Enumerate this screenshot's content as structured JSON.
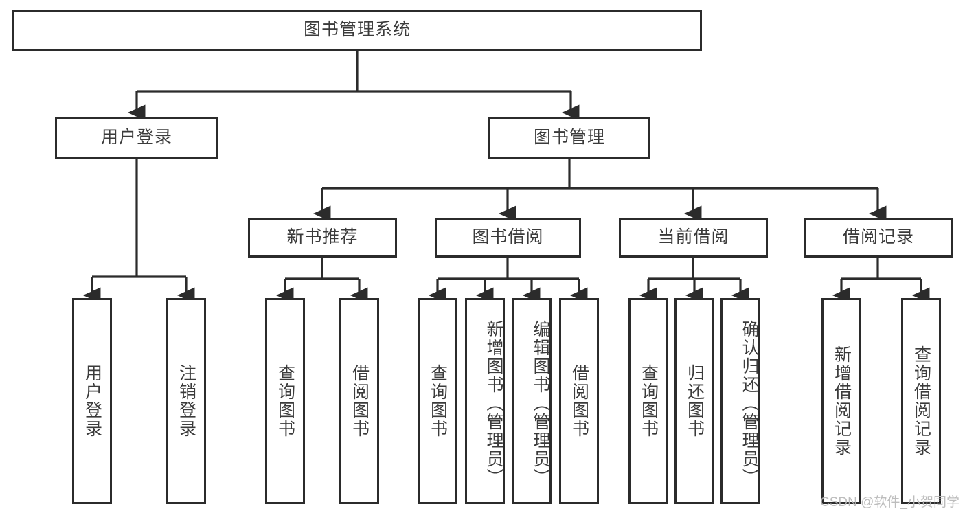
{
  "diagram": {
    "type": "tree",
    "title": "图书管理系统",
    "orientation": "top-down",
    "colors": {
      "box_border": "#2b2b2b",
      "box_fill": "#ffffff",
      "text": "#3b3b3b",
      "edge": "#2b2b2b",
      "watermark": "#b8b8b8",
      "background": "#ffffff"
    },
    "root": {
      "label": "图书管理系统"
    },
    "level2": [
      {
        "label": "用户登录"
      },
      {
        "label": "图书管理"
      }
    ],
    "level3": [
      {
        "label": "新书推荐"
      },
      {
        "label": "图书借阅"
      },
      {
        "label": "当前借阅"
      },
      {
        "label": "借阅记录"
      }
    ],
    "leaves": {
      "user_login": [
        {
          "label": "用户登录"
        },
        {
          "label": "注销登录"
        }
      ],
      "new_book": [
        {
          "label": "查询图书"
        },
        {
          "label": "借阅图书"
        }
      ],
      "book_borrow": [
        {
          "label": "查询图书"
        },
        {
          "label": "新增图书（管理员）"
        },
        {
          "label": "编辑图书（管理员）"
        },
        {
          "label": "借阅图书"
        }
      ],
      "current_borrow": [
        {
          "label": "查询图书"
        },
        {
          "label": "归还图书"
        },
        {
          "label": "确认归还（管理员）"
        }
      ],
      "borrow_record": [
        {
          "label": "新增借阅记录"
        },
        {
          "label": "查询借阅记录"
        }
      ]
    },
    "watermark": "CSDN @软件_小贺同学"
  }
}
